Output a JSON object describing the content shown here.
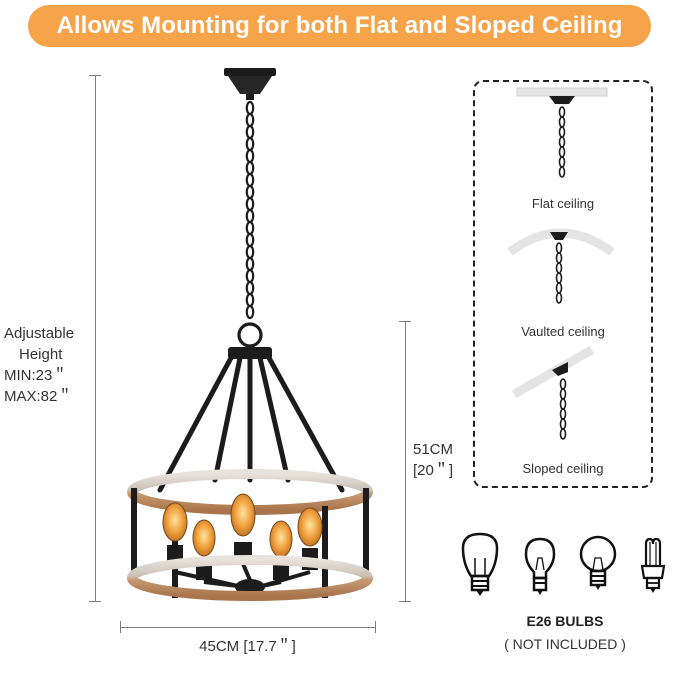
{
  "banner": {
    "text": "Allows Mounting for both Flat and Sloped Ceiling"
  },
  "height_label": {
    "line1": "Adjustable",
    "line2": "Height",
    "line3": "MIN:23＂",
    "line4": "MAX:82＂"
  },
  "dim_height": {
    "line1": "51CM",
    "line2": "[20＂]"
  },
  "dim_width": {
    "text": "45CM [17.7＂]"
  },
  "ceilings": [
    {
      "label": "Flat ceiling"
    },
    {
      "label": "Vaulted ceiling"
    },
    {
      "label": "Sloped ceiling"
    }
  ],
  "bulbs": {
    "title": "E26 BULBS",
    "note": "( NOT INCLUDED )"
  },
  "colors": {
    "banner": "#f6a34a",
    "metal": "#1c1c1c",
    "wood": "#c79a72",
    "bulb_glow": "#f0a03c"
  },
  "icons": [
    "edison-bulb-icon",
    "a19-bulb-icon",
    "globe-bulb-icon",
    "cfl-bulb-icon"
  ]
}
